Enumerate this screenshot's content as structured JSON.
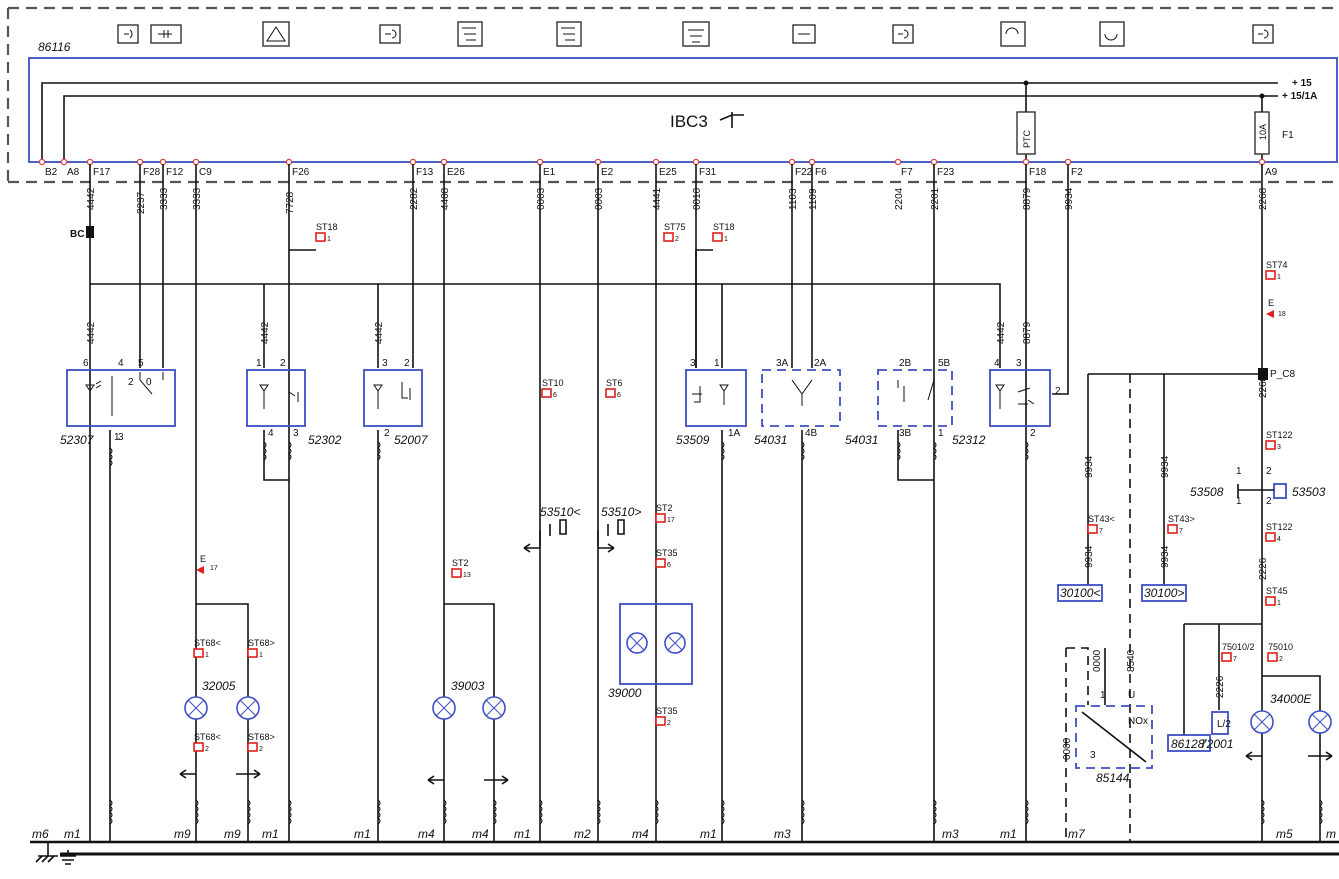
{
  "diagram": {
    "module_ref": "86116",
    "module_name": "IBC3",
    "supply_labels": [
      "+ 15",
      "+ 15/1A"
    ],
    "fuse_labels": [
      "PTC",
      "F1",
      "10A"
    ],
    "ibc_pins": [
      "B2",
      "A8",
      "F17",
      "F28",
      "F12",
      "C9",
      "F26",
      "F13",
      "E26",
      "E1",
      "E2",
      "E25",
      "F31",
      "F22",
      "F6",
      "F7",
      "F23",
      "F18",
      "F2",
      "A9"
    ],
    "wire_numbers": [
      "4442",
      "2237",
      "3333",
      "3333",
      "7728",
      "2282",
      "4408",
      "0003",
      "0003",
      "4441",
      "0010",
      "1103",
      "1109",
      "2204",
      "2201",
      "8879",
      "9934",
      "2268",
      "4442",
      "4442",
      "4442",
      "4442",
      "8879",
      "2268",
      "9934",
      "9934",
      "9934",
      "9934",
      "2226",
      "2226",
      "0000",
      "8540",
      "0000"
    ],
    "connectors": [
      "ST18",
      "ST18",
      "ST75",
      "ST74",
      "ST10",
      "ST6",
      "ST2",
      "ST35",
      "ST35",
      "ST2",
      "ST43<",
      "ST43>",
      "ST122",
      "ST122",
      "ST45",
      "ST68<",
      "ST68>",
      "ST68<",
      "ST68>",
      "75010/2",
      "75010"
    ],
    "connector_pins": [
      "1",
      "1",
      "2",
      "1",
      "6",
      "6",
      "17",
      "6",
      "2",
      "13",
      "7",
      "7",
      "3",
      "4",
      "1",
      "1",
      "1",
      "2",
      "2",
      "7",
      "2"
    ],
    "components": [
      "52307",
      "52302",
      "52007",
      "53509",
      "54031",
      "54031",
      "52312",
      "53508",
      "53503",
      "53510<",
      "53510>",
      "32005",
      "39003",
      "39000",
      "34000E",
      "85144",
      "72001",
      "86128",
      "30100<",
      "30100>"
    ],
    "terminals": [
      "6",
      "4",
      "5",
      "2",
      "0",
      "1",
      "3",
      "1",
      "2",
      "4",
      "3",
      "3",
      "2",
      "2",
      "3",
      "1",
      "1A",
      "3A",
      "2A",
      "4B",
      "2B",
      "5B",
      "3B",
      "1",
      "4",
      "3",
      "2",
      "2",
      "1",
      "1",
      "2",
      "2",
      "1",
      "U",
      "NOx",
      "3",
      "L/2",
      "P_C8"
    ],
    "error_markers": [
      "E",
      "18",
      "E",
      "17"
    ],
    "splice": "BC",
    "grounds": [
      "m6",
      "m1",
      "m9",
      "m9",
      "m1",
      "m1",
      "m4",
      "m4",
      "m1",
      "m2",
      "m4",
      "m1",
      "m3",
      "m3",
      "m1",
      "m7",
      "m5",
      "m"
    ],
    "icons": [
      "parking-light-icon",
      "side-marker-light-icon",
      "hazard-warning-icon",
      "rear-fog-light-icon",
      "front-fog-light-icon",
      "rear-fog-light-2-icon",
      "high-beam-icon",
      "dipped-beam-icon",
      "position-light-icon",
      "left-indicator-icon",
      "right-indicator-icon",
      "reversing-light-icon"
    ]
  }
}
